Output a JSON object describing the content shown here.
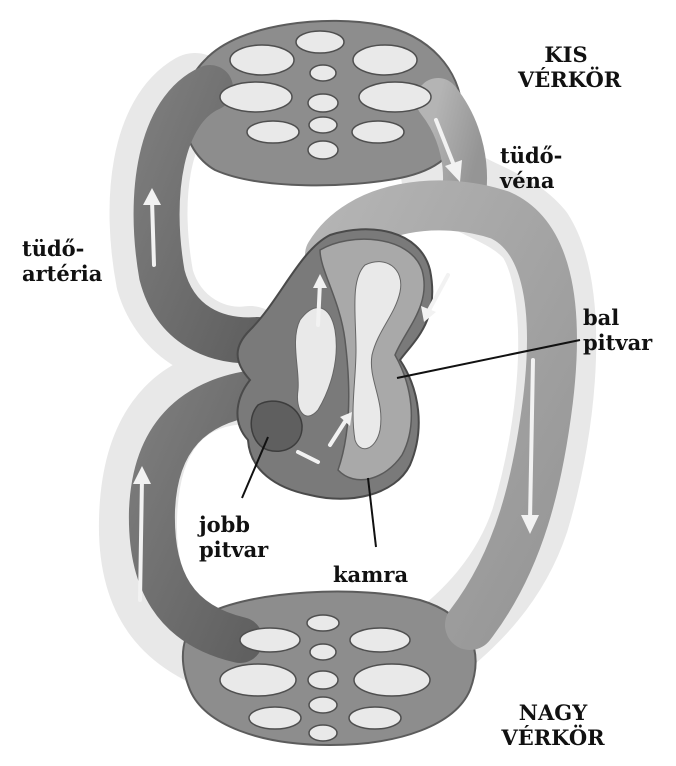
{
  "labels": {
    "kis_verkor": [
      "KIS",
      "VÉRKÖR"
    ],
    "tudo_vena": [
      "tüdő-",
      "véna"
    ],
    "tudo_arteria": [
      "tüdő-",
      "artéria"
    ],
    "bal_pitvar": [
      "bal",
      "pitvar"
    ],
    "jobb_pitvar": [
      "jobb",
      "pitvar"
    ],
    "kamra": "kamra",
    "nagy_verkor": [
      "NAGY",
      "VÉRKÖR"
    ]
  },
  "colors": {
    "vessel_outline": "#8a8a8a",
    "vessel_dark": "#6e6e6e",
    "vessel_light": "#a4a4a4",
    "halo": "#e8e8e8",
    "pore": "#e9e9e9",
    "arrow": "#f2f2f2",
    "leader_line": "#111111",
    "text": "#111111"
  }
}
